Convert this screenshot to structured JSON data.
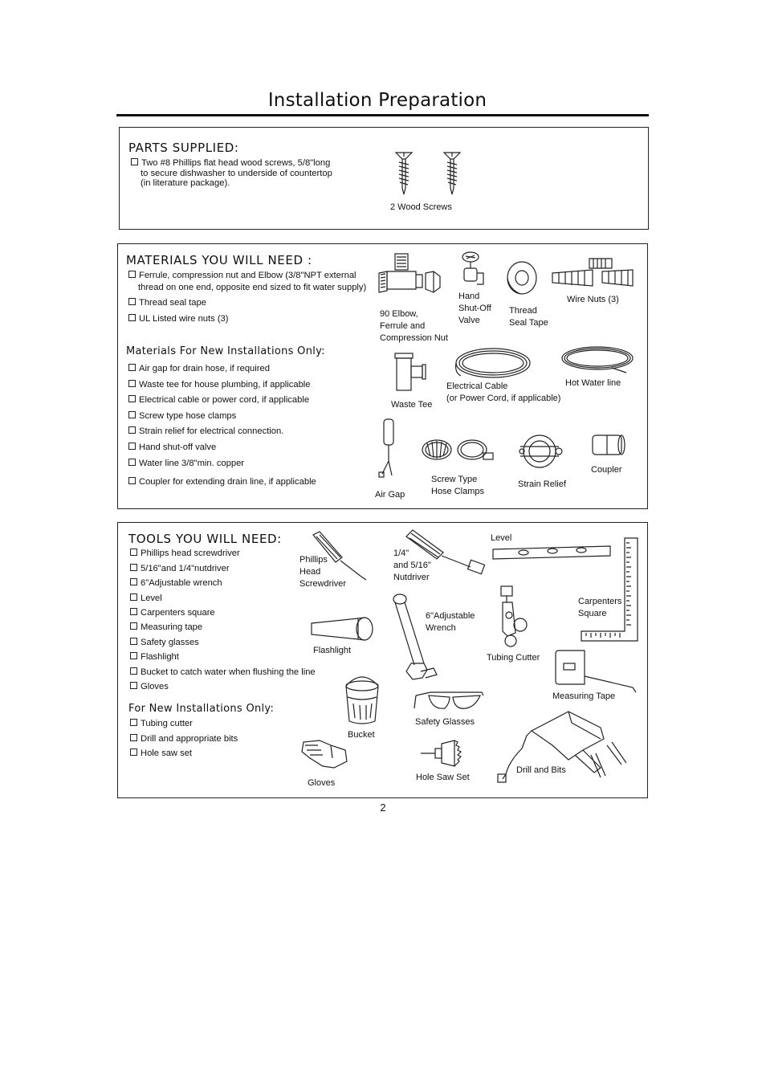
{
  "page": {
    "title": "Installation    Preparation",
    "number": "2"
  },
  "parts": {
    "heading": "PARTS  SUPPLIED:",
    "item_lines": [
      "Two #8 Phillips flat head wood screws, 5/8\"long",
      "to secure dishwasher  to underside  of countertop",
      "(in literature  package)."
    ],
    "caption": "2 Wood Screws"
  },
  "materials": {
    "heading": "MATERIALS   YOU   WILL   NEED  :",
    "items": [
      "Ferrule,  compression  nut and       Elbow  (3/8\"NPT external",
      "thread  on one end, opposite  end sized to fit water  supply)",
      "Thread  seal  tape",
      "UL Listed wire  nuts  (3)"
    ],
    "new_heading": "Materials  For  New  Installations    Only:",
    "new_items": [
      "Air gap for drain hose, if required",
      "Waste tee for house plumbing, if applicable",
      "Electrical  cable  or power cord, if applicable",
      "Screw  type  hose clamps",
      "Strain  relief  for electrical   connection.",
      "Hand  shut-off  valve",
      "Water  line 3/8\"min. copper",
      "Coupler  for extending  drain line, if applicable"
    ],
    "captions": {
      "elbow": [
        "90  Elbow,",
        "Ferrule  and",
        "Compression Nut"
      ],
      "valve": [
        "Hand",
        "Shut-Off",
        "Valve"
      ],
      "tape": [
        "Thread",
        "Seal  Tape"
      ],
      "wire_nuts": [
        "Wire  Nuts  (3)"
      ],
      "waste_tee": [
        "Waste  Tee"
      ],
      "cable": [
        "Electrical   Cable",
        "(or Power  Cord, if applicable)"
      ],
      "hot_water": [
        "Hot  Water  line"
      ],
      "air_gap": [
        "Air  Gap"
      ],
      "clamps": [
        "Screw  Type",
        "Hose  Clamps"
      ],
      "strain": [
        "Strain  Relief"
      ],
      "coupler": [
        "Coupler"
      ]
    }
  },
  "tools": {
    "heading": "TOOLS   YOU   WILL    NEED:",
    "items": [
      "Phillips  head  screwdriver",
      "5/16\"and  1/4\"nutdriver",
      "6\"Adjustable  wrench",
      "Level",
      "Carpenters  square",
      "Measuring  tape",
      "Safety  glasses",
      "Flashlight",
      "Bucket  to catch  water  when  flushing  the line",
      "Gloves"
    ],
    "new_heading": "For  New  Installations    Only:",
    "new_items": [
      "Tubing  cutter",
      "Drill  and  appropriate   bits",
      "Hole  saw  set"
    ],
    "captions": {
      "screwdriver": [
        "Phillips",
        " Head",
        "Screwdriver"
      ],
      "nutdriver": [
        "1/4\"",
        "and  5/16\"",
        "Nutdriver"
      ],
      "level": [
        "Level"
      ],
      "square": [
        "Carpenters",
        "Square"
      ],
      "wrench": [
        "6\"Adjustable",
        "Wrench"
      ],
      "flashlight": [
        "Flashlight"
      ],
      "tubing": [
        "Tubing  Cutter"
      ],
      "tape": [
        "Measuring   Tape"
      ],
      "bucket": [
        "Bucket"
      ],
      "glasses": [
        "Safety  Glasses"
      ],
      "gloves": [
        "Gloves"
      ],
      "holesaw": [
        "Hole  Saw  Set"
      ],
      "drill": [
        "Drill  and  Bits"
      ]
    }
  }
}
